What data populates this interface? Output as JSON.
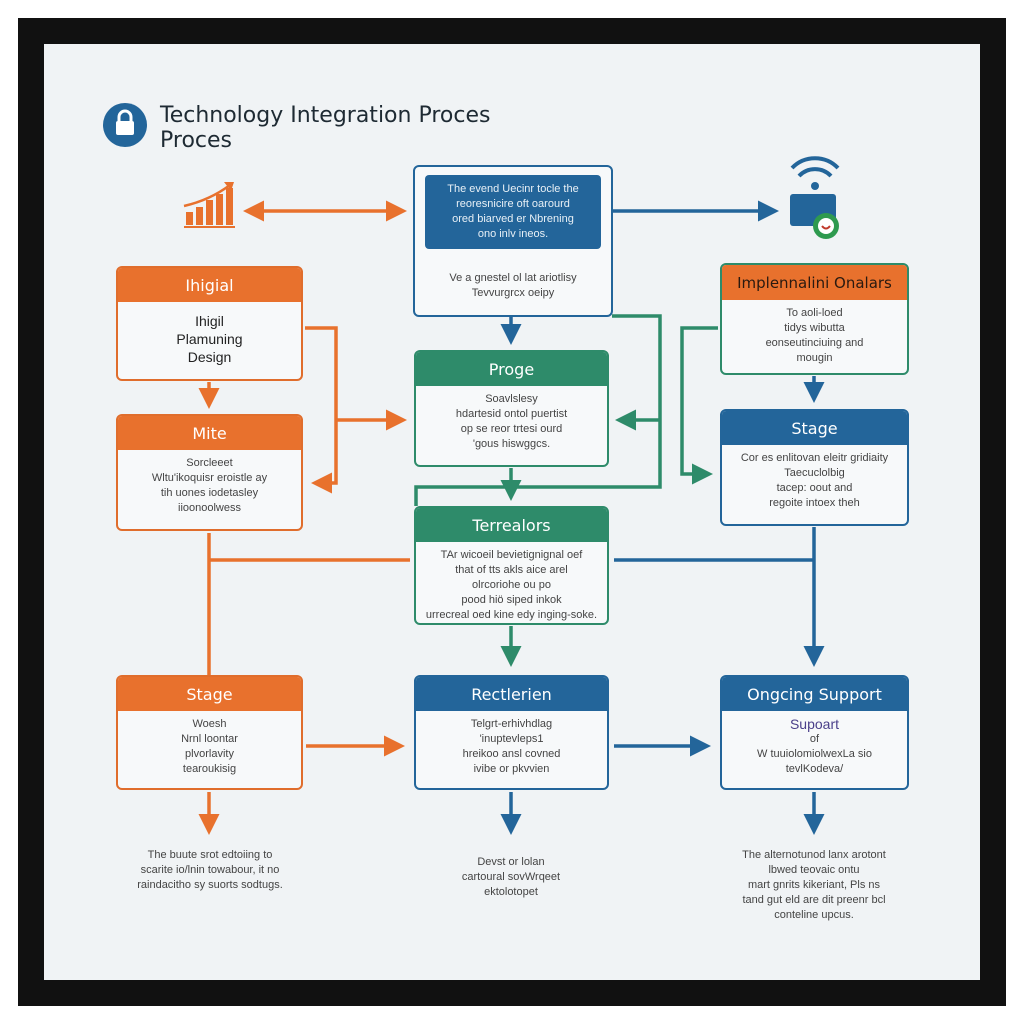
{
  "title": {
    "line1": "Technology Integration Proces",
    "line2": "Proces"
  },
  "icons": {
    "title": "lock-icon",
    "left": "growth-chart-icon",
    "right": "wifi-device-icon"
  },
  "colors": {
    "orange": "#e8712d",
    "green": "#2e8b6a",
    "blue": "#23659a",
    "frame": "#111111",
    "background": "#f0f3f5"
  },
  "top_box": {
    "highlight": [
      "The evend Uecinr tocle the",
      "reoresnicire oft oarourd",
      "ored biarved er Nbrening",
      "ono inlv ineos."
    ],
    "body": [
      "Ve a gnestel ol lat ariotlisy",
      "Tevvurgrcx oeipy"
    ]
  },
  "boxes": {
    "initial": {
      "title": "Ihigial",
      "body": [
        "Ihigil",
        "Plamuning",
        "Design"
      ]
    },
    "mite": {
      "title": "Mite",
      "body": [
        "Sorcleeet",
        "Wltu'ikoquisr eroistle ay",
        "tih uones iodetasley",
        "iioonoolwess"
      ]
    },
    "proge": {
      "title": "Proge",
      "body": [
        "Soavlslesy",
        "hdartesid ontol puertist",
        "op se reor trtesi ourd",
        "'gous hiswggcs."
      ]
    },
    "terrealors": {
      "title": "Terrealors",
      "body": [
        "TAr wicoeil bevietignignal oef",
        "that of tts akls aice arel",
        "olrcoriohe ou po",
        "pood hiö siped inkok",
        "urrecreal oed kine edy inging-soke."
      ]
    },
    "implementation": {
      "title": "Implennalini Onalars",
      "body": [
        "To aoli-loed",
        "tidys wibutta",
        "eonseutinciuing and",
        "mougin"
      ]
    },
    "stage_right": {
      "title": "Stage",
      "body": [
        "Cor es enlitovan eleitr gridiaity",
        "Taecuclolbig",
        "tacep: oout and",
        "regoite intoex theh"
      ]
    },
    "stage_bottom": {
      "title": "Stage",
      "body": [
        "Woesh",
        "Nrnl loontar",
        "plvorlavity",
        "tearoukisig"
      ]
    },
    "rectlerien": {
      "title": "Rectlerien",
      "body": [
        "Telgrt-erhivhdlag",
        "'inuptevleps1",
        "hreikoo ansl covned",
        "ivibe or pkvvien"
      ]
    },
    "ongoing": {
      "title": "Ongcing Support",
      "subtitle": "Supoart",
      "sub2": "of",
      "body": [
        "W tuuiolomiolwexLa sio",
        "tevlKodeva/"
      ]
    }
  },
  "notes": {
    "left": [
      "The buute srot edtoiing to",
      "scarite io/lnin towabour, it no",
      "raindacitho sy suorts sodtugs."
    ],
    "center": [
      "Devst or lolan",
      "cartoural sovWrqeet",
      "ektolotopet"
    ],
    "right": [
      "The alternotunod lanx arotont",
      "lbwed teovaic ontu",
      "mart gnrits kikeriant, Pls ns",
      "tand gut eld are dit preenr bcl",
      "conteline upcus."
    ]
  }
}
